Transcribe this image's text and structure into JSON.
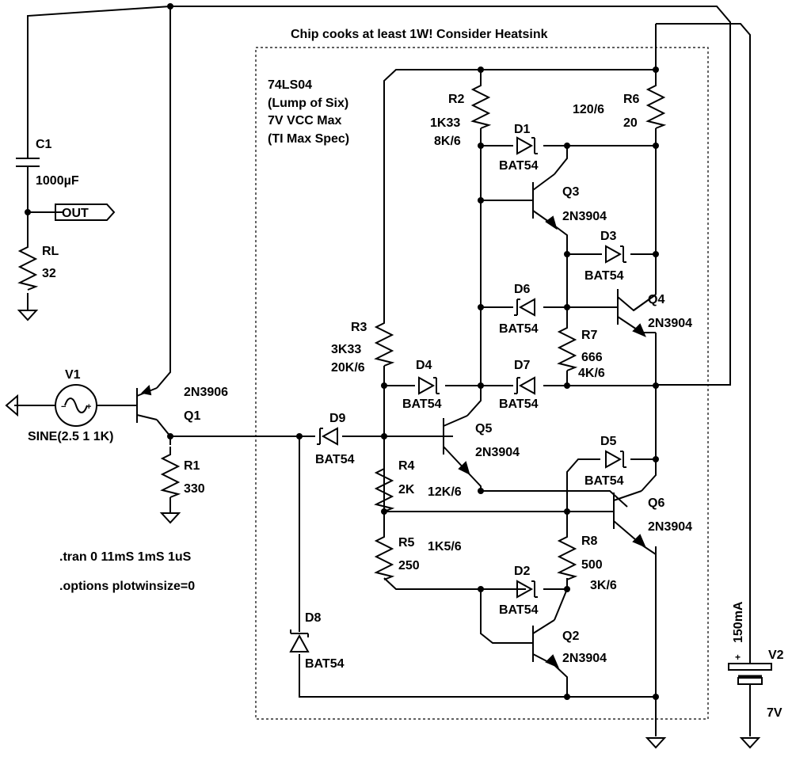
{
  "box_title": "Chip cooks at least 1W! Consider Heatsink",
  "chip_note": [
    "74LS04",
    "(Lump of Six)",
    "7V VCC Max",
    "(TI Max Spec)"
  ],
  "directives": [
    ".tran 0 11mS 1mS 1uS",
    ".options plotwinsize=0"
  ],
  "out_label": "OUT",
  "components": {
    "C1": {
      "name": "C1",
      "value": "1000µF"
    },
    "RL": {
      "name": "RL",
      "value": "32"
    },
    "V1": {
      "name": "V1",
      "value": "SINE(2.5 1 1K)"
    },
    "Q1": {
      "name": "Q1",
      "model": "2N3906"
    },
    "R1": {
      "name": "R1",
      "value": "330"
    },
    "D9": {
      "name": "D9",
      "model": "BAT54"
    },
    "D8": {
      "name": "D8",
      "model": "BAT54"
    },
    "R2": {
      "name": "R2",
      "value": "1K33",
      "note": "8K/6"
    },
    "R6": {
      "name": "R6",
      "value": "20",
      "note": "120/6"
    },
    "D1": {
      "name": "D1",
      "model": "BAT54"
    },
    "Q3": {
      "name": "Q3",
      "model": "2N3904"
    },
    "D3": {
      "name": "D3",
      "model": "BAT54"
    },
    "D6": {
      "name": "D6",
      "model": "BAT54"
    },
    "Q4": {
      "name": "Q4",
      "model": "2N3904"
    },
    "R3": {
      "name": "R3",
      "value": "3K33",
      "note": "20K/6"
    },
    "R7": {
      "name": "R7",
      "value": "666",
      "note": "4K/6"
    },
    "D4": {
      "name": "D4",
      "model": "BAT54"
    },
    "D7": {
      "name": "D7",
      "model": "BAT54"
    },
    "Q5": {
      "name": "Q5",
      "model": "2N3904"
    },
    "D5": {
      "name": "D5",
      "model": "BAT54"
    },
    "R4": {
      "name": "R4",
      "value": "2K",
      "note": "12K/6"
    },
    "Q6": {
      "name": "Q6",
      "model": "2N3904"
    },
    "R5": {
      "name": "R5",
      "value": "250",
      "note": "1K5/6"
    },
    "R8": {
      "name": "R8",
      "value": "500",
      "note": "3K/6"
    },
    "D2": {
      "name": "D2",
      "model": "BAT54"
    },
    "Q2": {
      "name": "Q2",
      "model": "2N3904"
    },
    "V2": {
      "name": "V2",
      "value": "7V",
      "current": "150mA"
    }
  }
}
